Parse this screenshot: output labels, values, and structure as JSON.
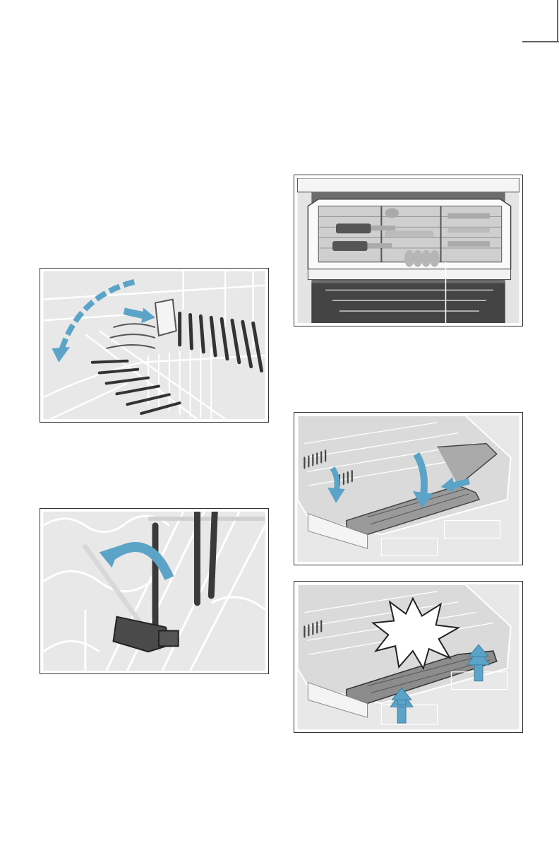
{
  "page": {
    "illustrations": [
      {
        "id": "fold-down-tines",
        "arrow_icon": "curved-arrow-icon"
      },
      {
        "id": "flip-tines-lever",
        "arrow_icon": "curved-arrow-icon"
      },
      {
        "id": "cutlery-drawer",
        "arrow_icon": ""
      },
      {
        "id": "insert-rack-tray",
        "arrow_icon": "down-arrow-icon"
      },
      {
        "id": "remove-rack-tray",
        "arrow_icon": "up-arrow-icon"
      }
    ],
    "colors": {
      "arrow": "#5ba3c7",
      "panel_bg": "#e8e8e8",
      "rack_line": "#ffffff",
      "dark_tine": "#333333",
      "border": "#333333"
    }
  }
}
